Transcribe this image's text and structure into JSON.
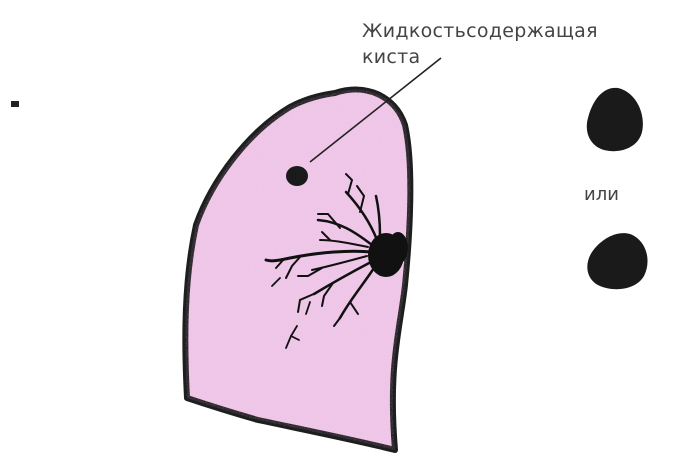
{
  "labels": {
    "cyst_line1": "Жидкостьсодержащая",
    "cyst_line2": "киста",
    "or_text": "или"
  },
  "colors": {
    "lung_fill": "#f0c9e8",
    "outline": "#1e1e1e",
    "mark": "#1a1a1a",
    "text": "#444444"
  },
  "icons": {
    "bullet": "small-square-mark"
  }
}
